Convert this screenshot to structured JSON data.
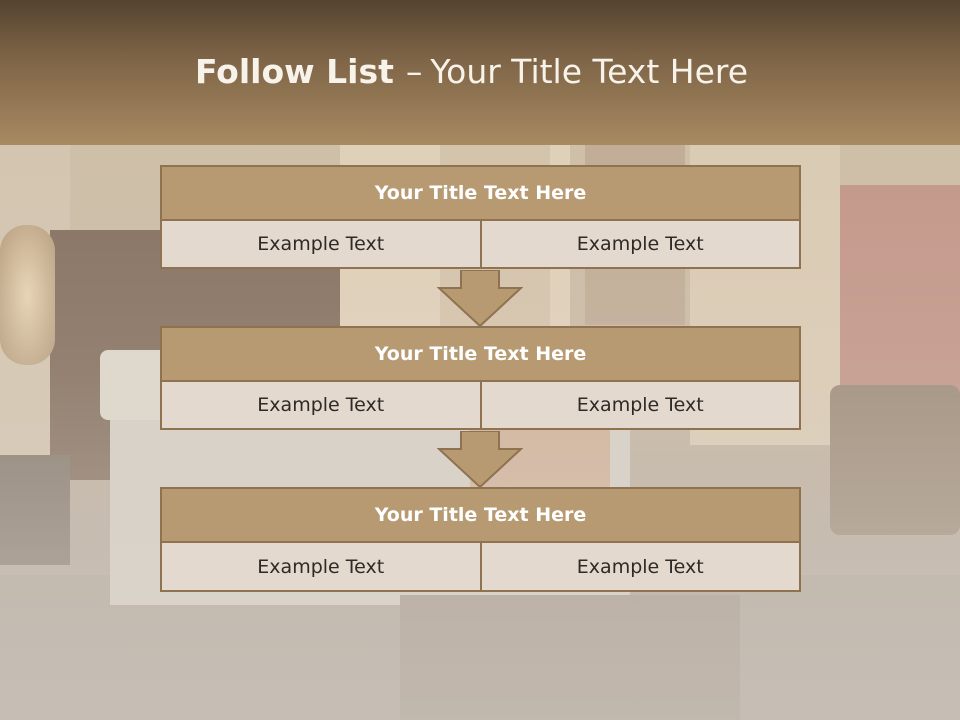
{
  "header": {
    "title_bold": "Follow List",
    "title_sep": "–",
    "title_rest": "Your Title Text Here"
  },
  "blocks": [
    {
      "title": "Your Title Text Here",
      "cells": [
        "Example Text",
        "Example Text"
      ]
    },
    {
      "title": "Your Title Text Here",
      "cells": [
        "Example Text",
        "Example Text"
      ]
    },
    {
      "title": "Your Title Text Here",
      "cells": [
        "Example Text",
        "Example Text"
      ]
    }
  ],
  "colors": {
    "header_top": "#54432f",
    "header_bottom": "#a88a61",
    "block_title_bg": "#b79a71",
    "block_border": "#8f7350",
    "cell_bg": "#e3d9ce",
    "arrow_fill": "#b79a71"
  },
  "icons": [
    "down-arrow-icon"
  ]
}
